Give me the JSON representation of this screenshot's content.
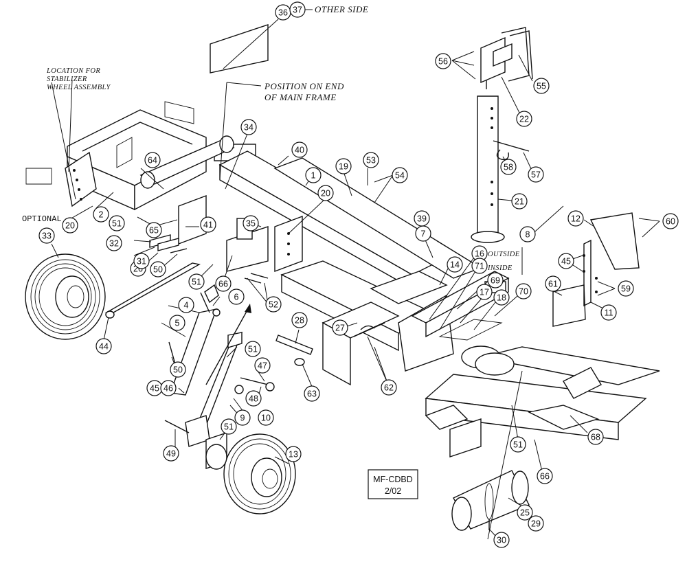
{
  "notes": {
    "other_side": "OTHER SIDE",
    "position_line1": "POSITION ON END",
    "position_line2": "OF MAIN FRAME",
    "location_line1": "LOCATION FOR",
    "location_line2": "STABILIZER",
    "location_line3": "WHEEL ASSEMBLY",
    "optional": "OPTIONAL",
    "outside": "OUTSIDE",
    "inside": "INSIDE"
  },
  "reference_box": {
    "line1": "MF-CDBD",
    "line2": "2/02"
  },
  "callouts": [
    {
      "id": "c1",
      "label": "1"
    },
    {
      "id": "c2",
      "label": "2"
    },
    {
      "id": "c4",
      "label": "4"
    },
    {
      "id": "c5",
      "label": "5"
    },
    {
      "id": "c6",
      "label": "6"
    },
    {
      "id": "c7",
      "label": "7"
    },
    {
      "id": "c8",
      "label": "8"
    },
    {
      "id": "c9",
      "label": "9"
    },
    {
      "id": "c10",
      "label": "10"
    },
    {
      "id": "c11",
      "label": "11"
    },
    {
      "id": "c12",
      "label": "12"
    },
    {
      "id": "c13",
      "label": "13"
    },
    {
      "id": "c14",
      "label": "14"
    },
    {
      "id": "c16",
      "label": "16"
    },
    {
      "id": "c17",
      "label": "17"
    },
    {
      "id": "c18",
      "label": "18"
    },
    {
      "id": "c19",
      "label": "19"
    },
    {
      "id": "c20a",
      "label": "20"
    },
    {
      "id": "c20b",
      "label": "20"
    },
    {
      "id": "c21",
      "label": "21"
    },
    {
      "id": "c22",
      "label": "22"
    },
    {
      "id": "c25",
      "label": "25"
    },
    {
      "id": "c26",
      "label": "26"
    },
    {
      "id": "c27",
      "label": "27"
    },
    {
      "id": "c28",
      "label": "28"
    },
    {
      "id": "c29",
      "label": "29"
    },
    {
      "id": "c30",
      "label": "30"
    },
    {
      "id": "c31",
      "label": "31"
    },
    {
      "id": "c32",
      "label": "32"
    },
    {
      "id": "c33",
      "label": "33"
    },
    {
      "id": "c34",
      "label": "34"
    },
    {
      "id": "c35",
      "label": "35"
    },
    {
      "id": "c36",
      "label": "36"
    },
    {
      "id": "c37",
      "label": "37"
    },
    {
      "id": "c39",
      "label": "39"
    },
    {
      "id": "c40",
      "label": "40"
    },
    {
      "id": "c41",
      "label": "41"
    },
    {
      "id": "c44",
      "label": "44"
    },
    {
      "id": "c45a",
      "label": "45"
    },
    {
      "id": "c45b",
      "label": "45"
    },
    {
      "id": "c46",
      "label": "46"
    },
    {
      "id": "c47",
      "label": "47"
    },
    {
      "id": "c48",
      "label": "48"
    },
    {
      "id": "c49",
      "label": "49"
    },
    {
      "id": "c50a",
      "label": "50"
    },
    {
      "id": "c50b",
      "label": "50"
    },
    {
      "id": "c51a",
      "label": "51"
    },
    {
      "id": "c51b",
      "label": "51"
    },
    {
      "id": "c51c",
      "label": "51"
    },
    {
      "id": "c51d",
      "label": "51"
    },
    {
      "id": "c51e",
      "label": "51"
    },
    {
      "id": "c52",
      "label": "52"
    },
    {
      "id": "c53",
      "label": "53"
    },
    {
      "id": "c54",
      "label": "54"
    },
    {
      "id": "c55",
      "label": "55"
    },
    {
      "id": "c56",
      "label": "56"
    },
    {
      "id": "c57",
      "label": "57"
    },
    {
      "id": "c58",
      "label": "58"
    },
    {
      "id": "c59",
      "label": "59"
    },
    {
      "id": "c60",
      "label": "60"
    },
    {
      "id": "c61",
      "label": "61"
    },
    {
      "id": "c62",
      "label": "62"
    },
    {
      "id": "c63",
      "label": "63"
    },
    {
      "id": "c64",
      "label": "64"
    },
    {
      "id": "c65",
      "label": "65"
    },
    {
      "id": "c66a",
      "label": "66"
    },
    {
      "id": "c66b",
      "label": "66"
    },
    {
      "id": "c68",
      "label": "68"
    },
    {
      "id": "c69",
      "label": "69"
    },
    {
      "id": "c70",
      "label": "70"
    },
    {
      "id": "c71",
      "label": "71"
    }
  ]
}
